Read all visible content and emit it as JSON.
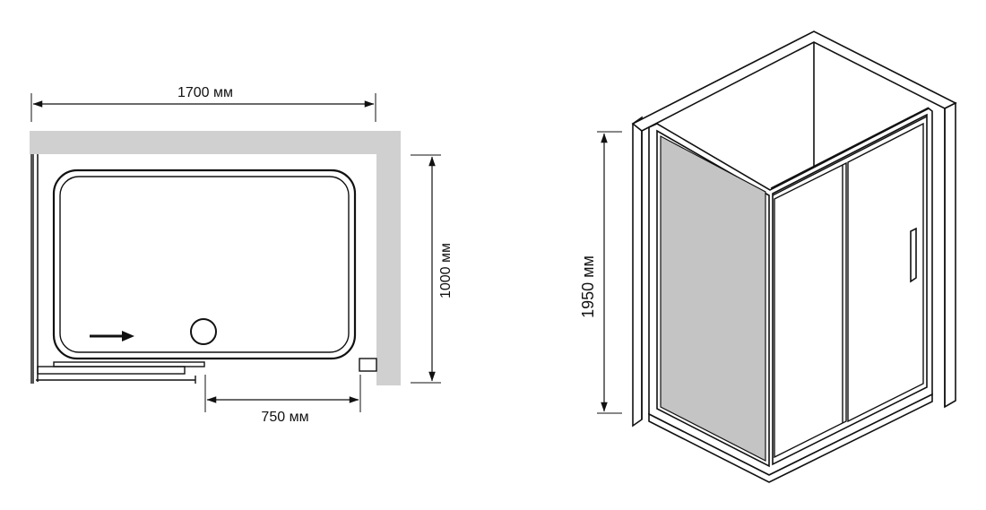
{
  "plan_view": {
    "width_label": "1700 мм",
    "depth_label": "1000 мм",
    "door_opening_label": "750 мм"
  },
  "perspective_view": {
    "height_label": "1950 мм"
  },
  "colors": {
    "wall": "#d0d0d0",
    "glass": "#c4c4c4",
    "line": "#111111"
  }
}
